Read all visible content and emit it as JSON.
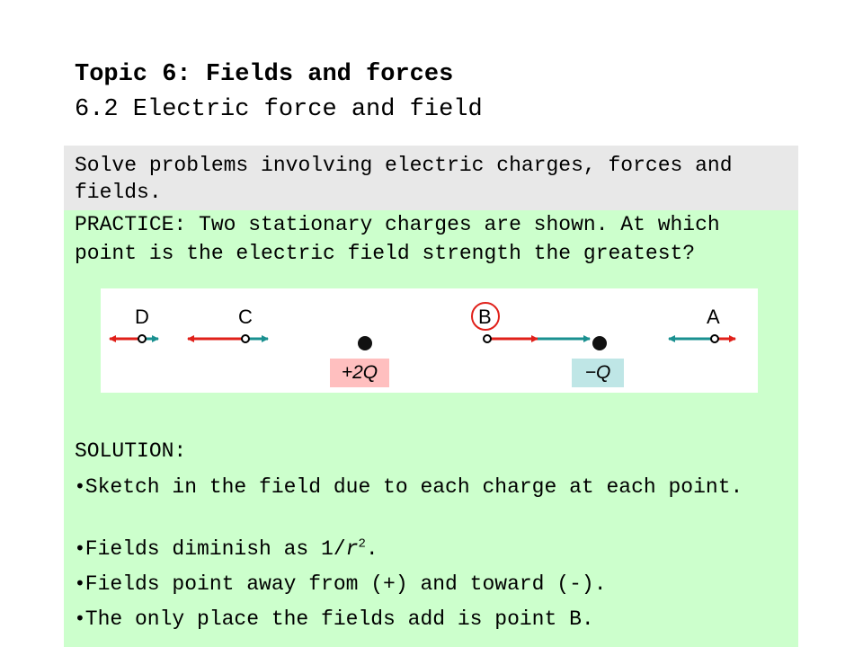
{
  "slide": {
    "title": "Topic 6: Fields and forces",
    "subtitle": "6.2 Electric force and field",
    "objective": "Solve problems involving electric charges, forces and fields."
  },
  "practice": {
    "question": "PRACTICE: Two stationary charges are shown. At which point is the electric field strength the greatest?"
  },
  "diagram": {
    "points": [
      "D",
      "C",
      "B",
      "A"
    ],
    "circled_answer": "B",
    "charges": [
      "+2Q",
      "−Q"
    ],
    "colors": {
      "field_from_positive": "#e0201a",
      "field_from_negative": "#1a9090",
      "positive_label_bg": "#ffbfbf",
      "negative_label_bg": "#bfe6e6"
    }
  },
  "solution": {
    "heading": "SOLUTION:",
    "bullet_symbol": "•",
    "bullets": [
      "Sketch in the field due to each charge at each point.",
      "Fields diminish as 1/",
      "Fields point away from (+) and toward (-).",
      "The only place the fields add is point B."
    ],
    "b2_var": "r",
    "b2_exp": "2",
    "b2_end": "."
  }
}
